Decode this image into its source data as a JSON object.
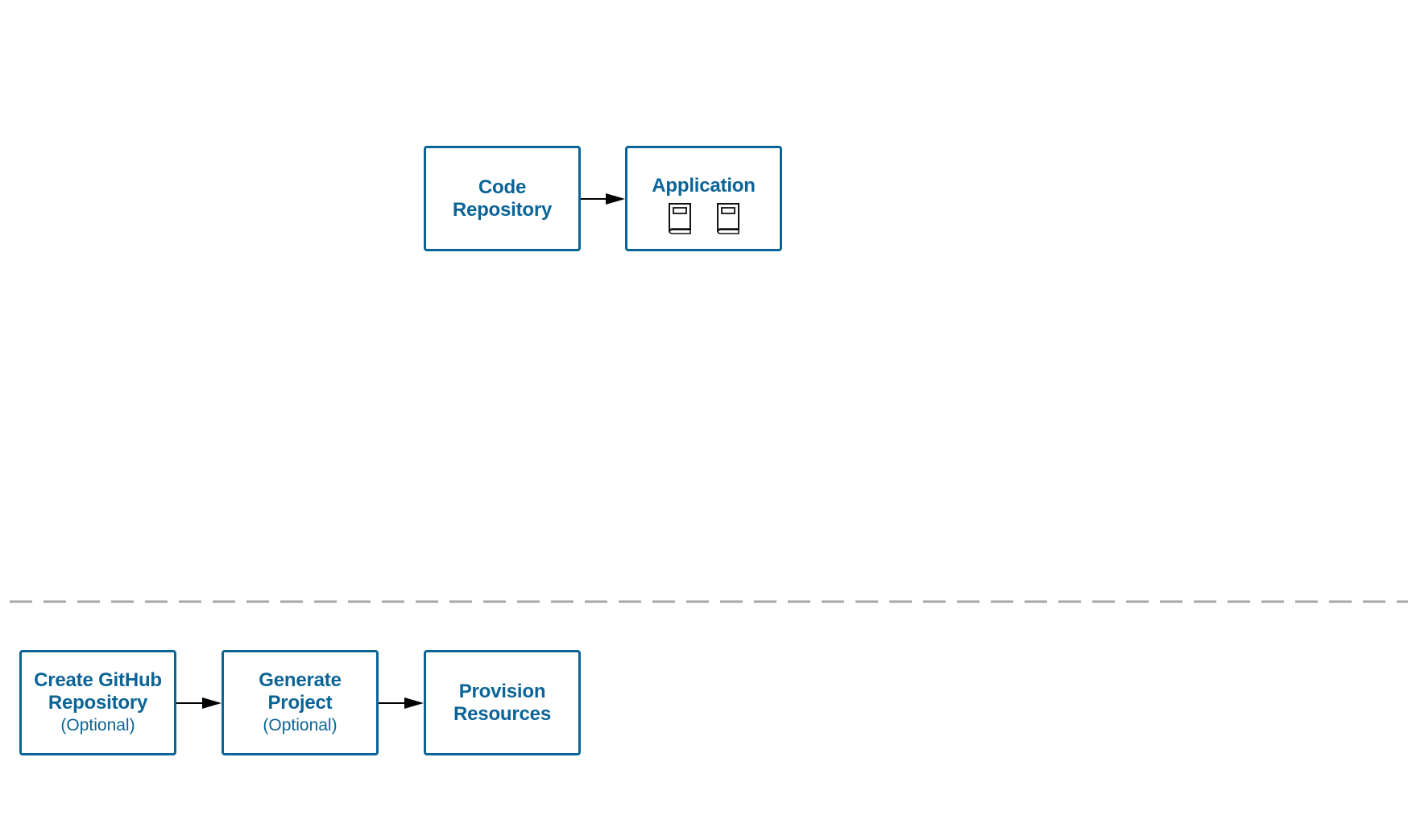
{
  "top_flow": {
    "code_repository": {
      "title": "Code\nRepository"
    },
    "application": {
      "title": "Application",
      "icons": [
        "book-icon",
        "book-icon"
      ]
    }
  },
  "bottom_flow": {
    "create_repo": {
      "title": "Create GitHub\nRepository",
      "subtitle": "(Optional)"
    },
    "generate_project": {
      "title": "Generate\nProject",
      "subtitle": "(Optional)"
    },
    "provision_resources": {
      "title": "Provision\nResources"
    }
  },
  "colors": {
    "box_border": "#0b6496",
    "text": "#0b6496",
    "arrow": "#000000",
    "divider": "#a6a6a6"
  }
}
